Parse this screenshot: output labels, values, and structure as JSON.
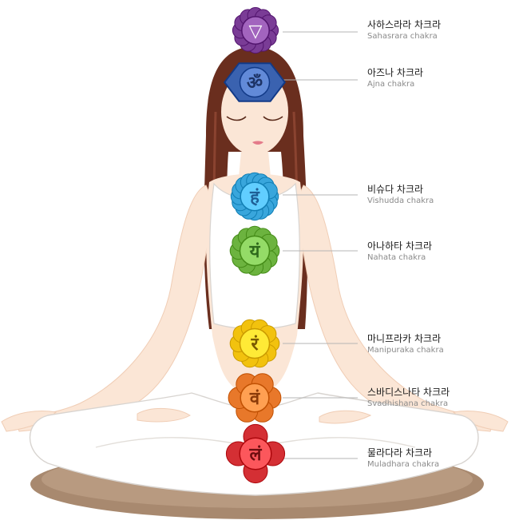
{
  "chakras": [
    {
      "id": "sahasrara",
      "ko": "사하스라라 차크라",
      "en": "Sahasrara chakra",
      "color": "#7a3c96",
      "symbol": "▽",
      "symbol_color": "#ffffff"
    },
    {
      "id": "ajna",
      "ko": "아즈나 차크라",
      "en": "Ajna chakra",
      "color": "#3a62b0",
      "symbol": "ॐ",
      "symbol_color": "#1d3366"
    },
    {
      "id": "vishudda",
      "ko": "비슈다 차크라",
      "en": "Vishudda chakra",
      "color": "#39a6dc",
      "symbol": "हं",
      "symbol_color": "#1f5f96"
    },
    {
      "id": "anahata",
      "ko": "아나하타 차크라",
      "en": "Nahata chakra",
      "color": "#6cb33f",
      "symbol": "यं",
      "symbol_color": "#2f6a1c"
    },
    {
      "id": "manipuraka",
      "ko": "마니프라카 차크라",
      "en": "Manipuraka chakra",
      "color": "#f2c20e",
      "symbol": "रं",
      "symbol_color": "#7a5a00"
    },
    {
      "id": "svadhishana",
      "ko": "스바디스나타 차크라",
      "en": "Svadhishana chakra",
      "color": "#e8782a",
      "symbol": "वं",
      "symbol_color": "#8a3a08"
    },
    {
      "id": "muladhara",
      "ko": "물라다라 차크라",
      "en": "Muladhara chakra",
      "color": "#d42f34",
      "symbol": "लं",
      "symbol_color": "#6e0d10"
    }
  ],
  "colors": {
    "skin": "#fbe6d6",
    "skin_shade": "#f0cdb5",
    "hair": "#6a2e1e",
    "hair_highlight": "#8a4330",
    "clothing": "#ffffff",
    "clothing_outline": "#d8d4d0",
    "mat": "#a8896f",
    "leader_line": "#b4b4b4"
  }
}
